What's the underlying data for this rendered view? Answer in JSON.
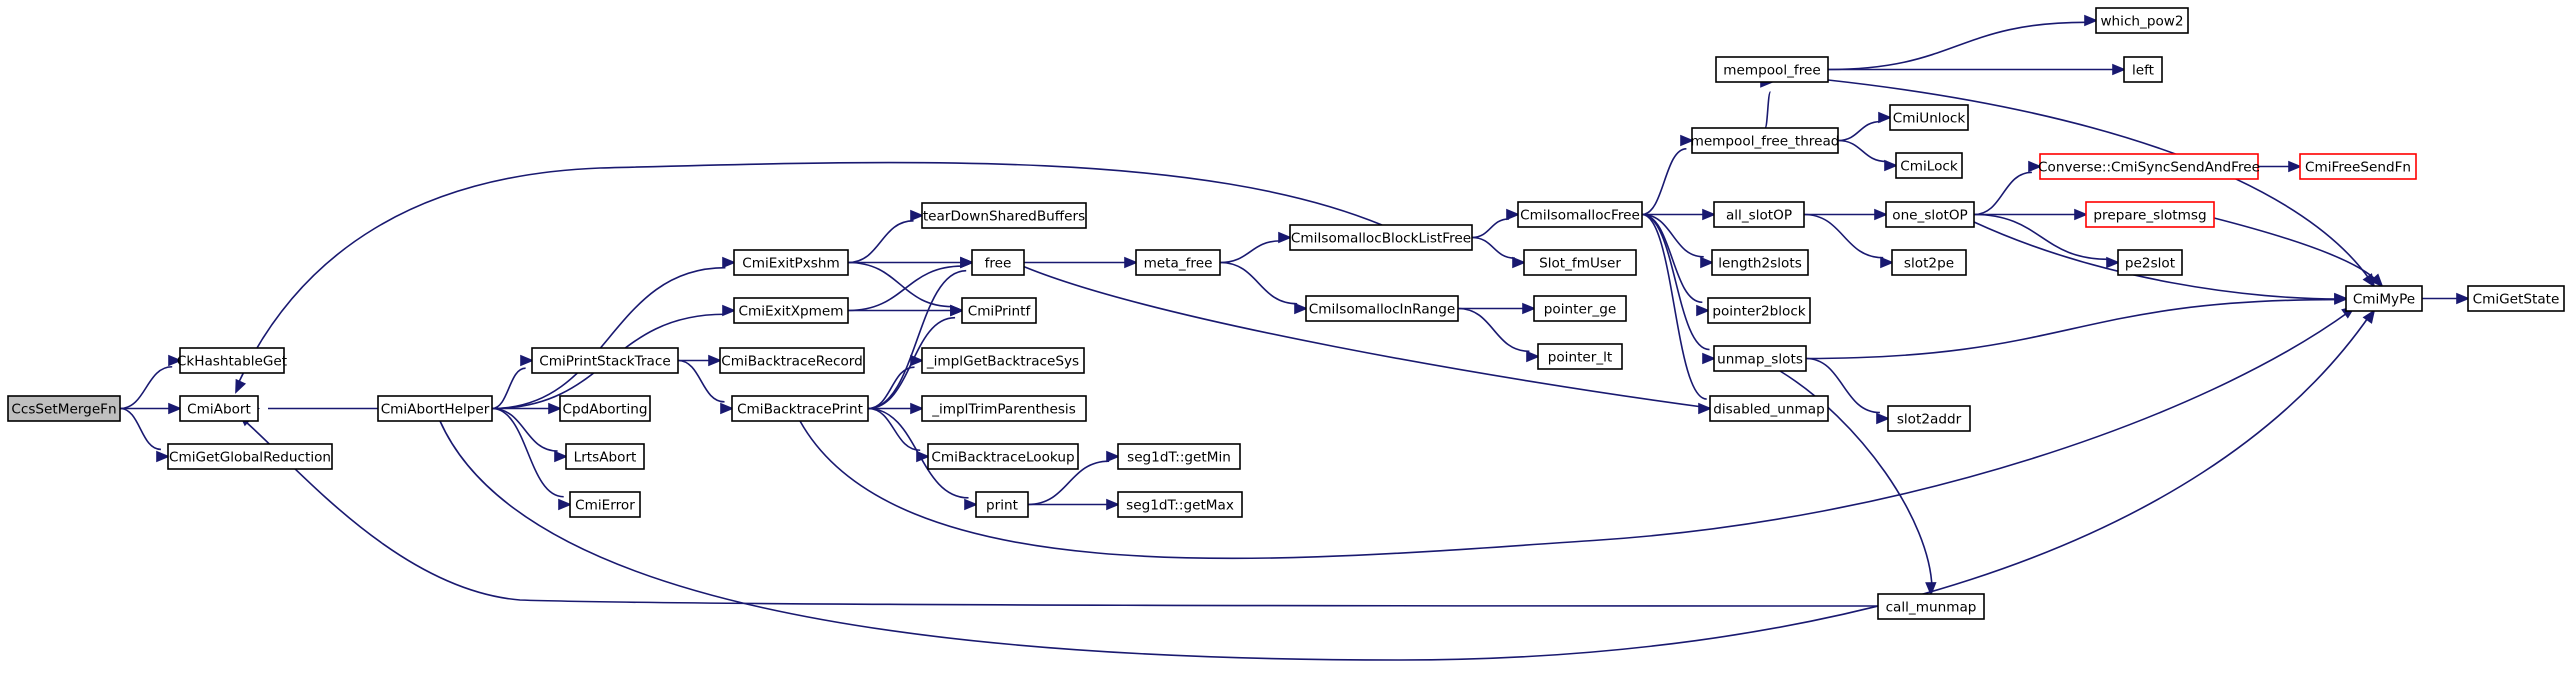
{
  "graph": {
    "colors": {
      "edge": "#191970",
      "node_border": "#000000",
      "external_border": "#ff0000",
      "root_fill": "#bfbfbf"
    },
    "nodes": [
      {
        "id": "ccssetmergefn",
        "label": "CcsSetMergeFn",
        "root": true
      },
      {
        "id": "ckhashtableget",
        "label": "CkHashtableGet"
      },
      {
        "id": "cmiabort",
        "label": "CmiAbort"
      },
      {
        "id": "cmigetglobalreduction",
        "label": "CmiGetGlobalReduction"
      },
      {
        "id": "cmiaborthelper",
        "label": "CmiAbortHelper"
      },
      {
        "id": "cmiexitpxshm",
        "label": "CmiExitPxshm"
      },
      {
        "id": "cmiexitxpmem",
        "label": "CmiExitXpmem"
      },
      {
        "id": "cmiprintstacktrace",
        "label": "CmiPrintStackTrace"
      },
      {
        "id": "cpdaborting",
        "label": "CpdAborting"
      },
      {
        "id": "lrtsabort",
        "label": "LrtsAbort"
      },
      {
        "id": "cmierror",
        "label": "CmiError"
      },
      {
        "id": "teardownsharedbuffers",
        "label": "tearDownSharedBuffers"
      },
      {
        "id": "free",
        "label": "free"
      },
      {
        "id": "cmiprintf",
        "label": "CmiPrintf"
      },
      {
        "id": "cmibacktracerecord",
        "label": "CmiBacktraceRecord"
      },
      {
        "id": "cmibacktraceprint",
        "label": "CmiBacktracePrint"
      },
      {
        "id": "implgetbacktracesys",
        "label": "_implGetBacktraceSys"
      },
      {
        "id": "impltrimparenthesis",
        "label": "_implTrimParenthesis"
      },
      {
        "id": "cmibacktracelookup",
        "label": "CmiBacktraceLookup"
      },
      {
        "id": "print",
        "label": "print"
      },
      {
        "id": "seg1dtgetmin",
        "label": "seg1dT::getMin"
      },
      {
        "id": "seg1dtgetmax",
        "label": "seg1dT::getMax"
      },
      {
        "id": "metafree",
        "label": "meta_free"
      },
      {
        "id": "cmiisomallocblocklistfree",
        "label": "CmiIsomallocBlockListFree"
      },
      {
        "id": "cmiisomallocinrange",
        "label": "CmiIsomallocInRange"
      },
      {
        "id": "cmiisomallocfree",
        "label": "CmiIsomallocFree"
      },
      {
        "id": "slotfmuser",
        "label": "Slot_fmUser"
      },
      {
        "id": "pointerge",
        "label": "pointer_ge"
      },
      {
        "id": "pointerlt",
        "label": "pointer_lt"
      },
      {
        "id": "mempoolfreethread",
        "label": "mempool_free_thread"
      },
      {
        "id": "mempoolfree",
        "label": "mempool_free"
      },
      {
        "id": "whichpow2",
        "label": "which_pow2"
      },
      {
        "id": "left",
        "label": "left"
      },
      {
        "id": "cmiunlock",
        "label": "CmiUnlock"
      },
      {
        "id": "cmilock",
        "label": "CmiLock"
      },
      {
        "id": "allslotop",
        "label": "all_slotOP"
      },
      {
        "id": "length2slots",
        "label": "length2slots"
      },
      {
        "id": "pointer2block",
        "label": "pointer2block"
      },
      {
        "id": "unmapslots",
        "label": "unmap_slots"
      },
      {
        "id": "disabledunmap",
        "label": "disabled_unmap"
      },
      {
        "id": "oneslotop",
        "label": "one_slotOP"
      },
      {
        "id": "slot2pe",
        "label": "slot2pe"
      },
      {
        "id": "slot2addr",
        "label": "slot2addr"
      },
      {
        "id": "callmunmap",
        "label": "call_munmap"
      },
      {
        "id": "conversecmisyncsendandfree",
        "label": "Converse::CmiSyncSendAndFree",
        "external": true
      },
      {
        "id": "cmifreesendfn",
        "label": "CmiFreeSendFn",
        "external": true
      },
      {
        "id": "prepareslotmsg",
        "label": "prepare_slotmsg",
        "external": true
      },
      {
        "id": "pe2slot",
        "label": "pe2slot"
      },
      {
        "id": "cmimype",
        "label": "CmiMyPe"
      },
      {
        "id": "cmigetstate",
        "label": "CmiGetState"
      }
    ]
  }
}
